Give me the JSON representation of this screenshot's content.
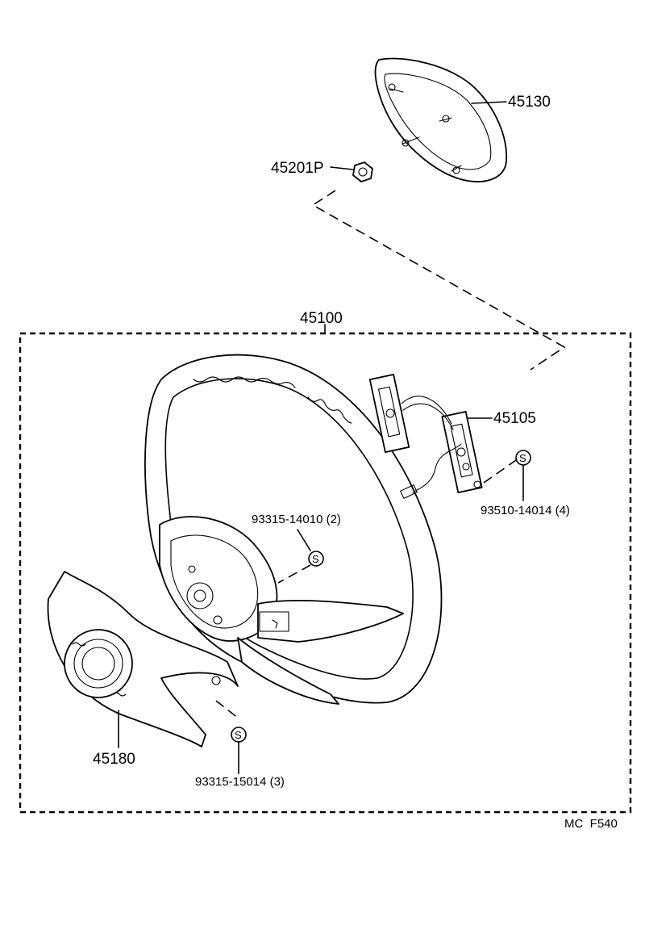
{
  "labels": {
    "horn_pad": "45130",
    "horn_pad_nut": "45201P",
    "wheel_assembly": "45100",
    "horn_contact": "45105",
    "screw_contact": "93510-14014 (4)",
    "screw_pad": "93315-14010 (2)",
    "lower_cover": "45180",
    "screw_cover": "93315-15014 (3)"
  },
  "symbols": {
    "s_mark": "S"
  },
  "footer": {
    "code": "MC  F540"
  }
}
